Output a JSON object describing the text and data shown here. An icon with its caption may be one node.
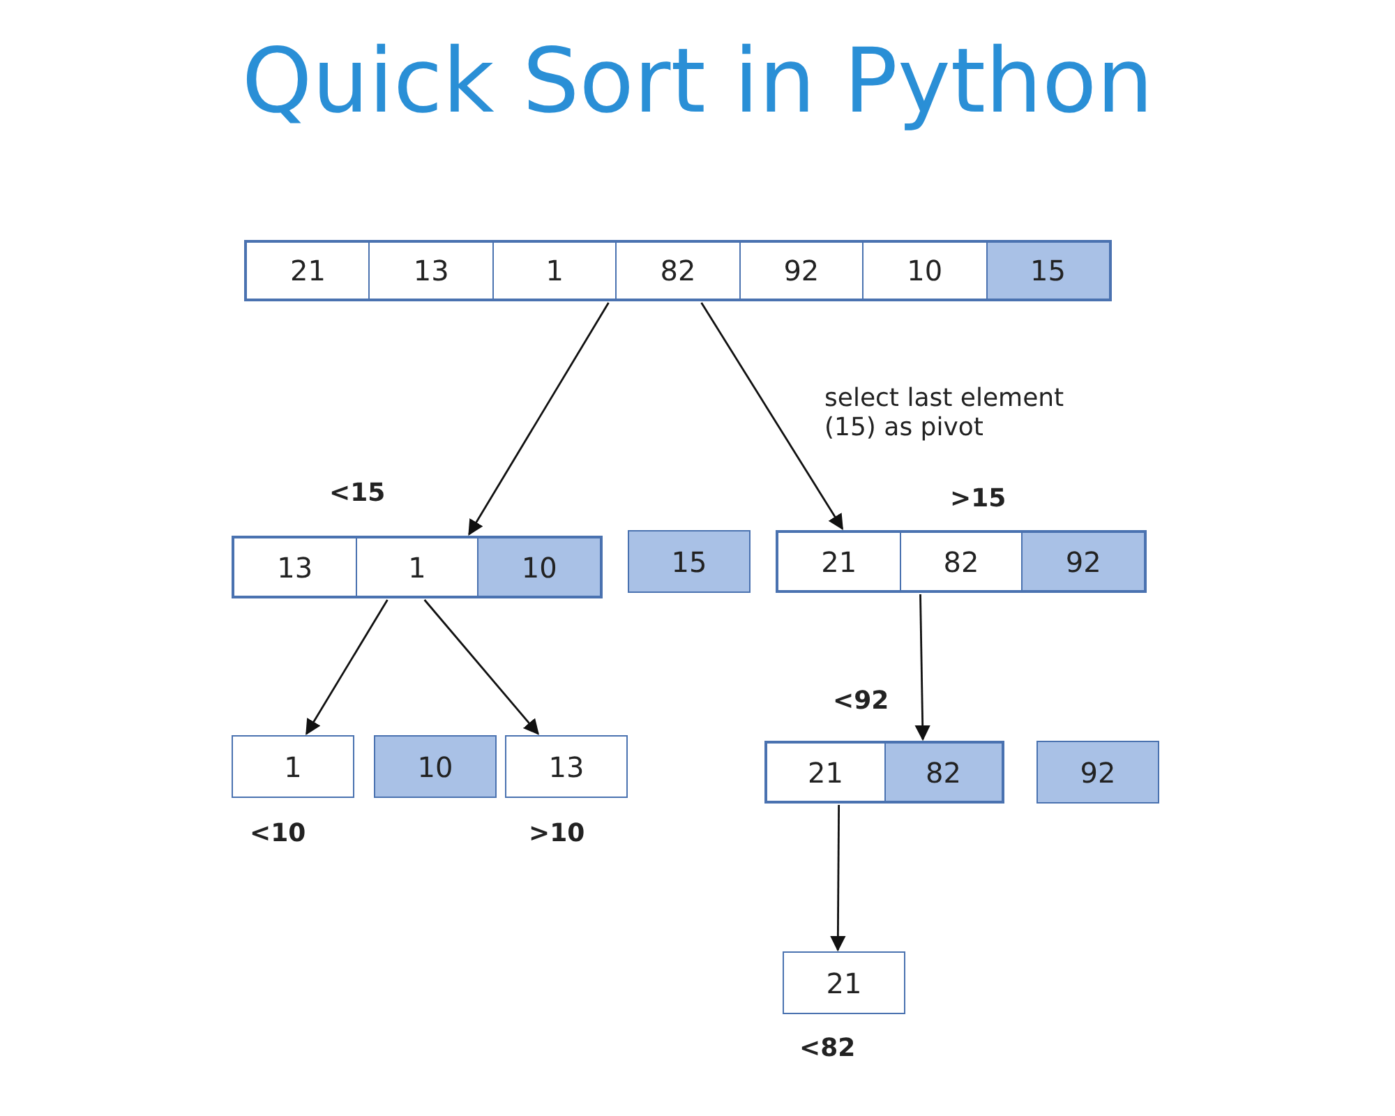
{
  "diagram": {
    "title": "Quick Sort in Python",
    "nodes": [
      {
        "text": [],
        "shape": "box"
      },
      {
        "text": [
          "21"
        ],
        "in": 0
      },
      {
        "text": [
          "13"
        ],
        "in": 0
      },
      {
        "text": [
          "1"
        ],
        "in": 0
      },
      {
        "text": [
          "82"
        ],
        "in": 0
      },
      {
        "text": [
          "92"
        ],
        "in": 0
      },
      {
        "text": [
          "10"
        ],
        "in": 0
      },
      {
        "text": [
          "15"
        ],
        "in": 0
      },
      {
        "text": [],
        "shape": "box"
      },
      {
        "text": [
          "13"
        ],
        "in": 8
      },
      {
        "text": [
          "1"
        ],
        "in": 8
      },
      {
        "text": [
          "10"
        ],
        "in": 8
      },
      {
        "text": [
          "15"
        ]
      },
      {
        "text": [],
        "shape": "box"
      },
      {
        "text": [
          "21"
        ],
        "in": 13
      },
      {
        "text": [
          "82"
        ],
        "in": 13
      },
      {
        "text": [
          "92"
        ],
        "in": 13
      },
      {
        "text": [
          "1"
        ]
      },
      {
        "text": [
          "10"
        ]
      },
      {
        "text": [
          "13"
        ]
      },
      {
        "text": [],
        "shape": "box"
      },
      {
        "text": [
          "21"
        ],
        "in": 20
      },
      {
        "text": [
          "82"
        ],
        "in": 20
      },
      {
        "text": [
          "92"
        ]
      },
      {
        "text": [
          "21"
        ]
      }
    ],
    "edges": [
      {
        "from": 0,
        "to": 8,
        "arrow": "to"
      },
      {
        "from": 0,
        "to": 13,
        "arrow": "to"
      },
      {
        "from": 8,
        "to": 17,
        "arrow": "to"
      },
      {
        "from": 8,
        "to": 19,
        "arrow": "to"
      },
      {
        "from": 13,
        "to": 20,
        "arrow": "to"
      },
      {
        "from": 20,
        "to": 24,
        "arrow": "to"
      }
    ],
    "labels": [
      "select last element (15) as pivot",
      "<15",
      ">15",
      "<92",
      "<10",
      ">10",
      "<82"
    ]
  }
}
